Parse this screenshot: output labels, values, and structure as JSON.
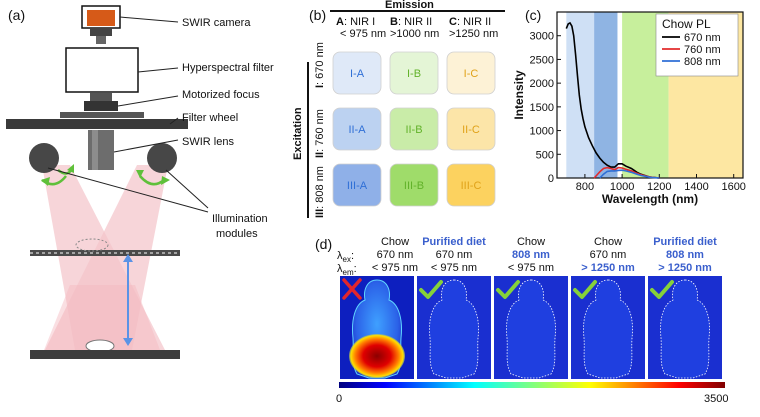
{
  "panels": {
    "a": {
      "letter": "(a)",
      "labels": [
        "SWIR camera",
        "Hyperspectral filter",
        "Motorized focus",
        "Filter wheel",
        "SWIR lens",
        "Illumination",
        "modules"
      ]
    },
    "b": {
      "letter": "(b)",
      "emission_title": "Emission",
      "excitation_title": "Excitation",
      "columns": [
        {
          "letter": "A",
          "line1": ": NIR I",
          "line2": "< 975 nm"
        },
        {
          "letter": "B",
          "line1": ": NIR II",
          "line2": ">1000 nm"
        },
        {
          "letter": "C",
          "line1": ": NIR II",
          "line2": ">1250 nm"
        }
      ],
      "rows": [
        {
          "roman": "I",
          "text": ": 670 nm"
        },
        {
          "roman": "II",
          "text": ": 760 nm"
        },
        {
          "roman": "III",
          "text": ": 808 nm"
        }
      ],
      "cells": [
        [
          "I-A",
          "I-B",
          "I-C"
        ],
        [
          "II-A",
          "II-B",
          "II-C"
        ],
        [
          "III-A",
          "III-B",
          "III-C"
        ]
      ]
    },
    "c": {
      "letter": "(c)",
      "legend_title": "Chow PL"
    },
    "d": {
      "letter": "(d)",
      "row_labels": {
        "ex_sub": "ex",
        "em_sub": "em",
        "suffix": ":"
      },
      "columns": [
        {
          "line1": "Chow",
          "line2": "670 nm",
          "line3": "< 975 nm",
          "hl1": false,
          "hl2": false,
          "hl3": false,
          "mark": "cross"
        },
        {
          "line1": "Purified diet",
          "line2": "670 nm",
          "line3": "< 975 nm",
          "hl1": true,
          "hl2": false,
          "hl3": false,
          "mark": "check"
        },
        {
          "line1": "Chow",
          "line2": "808 nm",
          "line3": "< 975 nm",
          "hl1": false,
          "hl2": true,
          "hl3": false,
          "mark": "check"
        },
        {
          "line1": "Chow",
          "line2": "670 nm",
          "line3": "> 1250 nm",
          "hl1": false,
          "hl2": false,
          "hl3": true,
          "mark": "check"
        },
        {
          "line1": "Purified diet",
          "line2": "808 nm",
          "line3": "> 1250 nm",
          "hl1": true,
          "hl2": true,
          "hl3": true,
          "mark": "check"
        }
      ],
      "colorbar_min": "0",
      "colorbar_max": "3500"
    }
  },
  "colors": {
    "highlight": "#3a5fcd",
    "nir1_band": "#a9c6ea",
    "nir2_band": "#c7ef9c",
    "nir2b_band": "#fde7a2",
    "line_670": "#000000",
    "line_760": "#e32b2b",
    "line_808": "#2f6fd6",
    "cross": "#e3262d",
    "check": "#86d13a"
  },
  "chart_data": {
    "type": "line",
    "title": "",
    "xlabel": "Wavelength (nm)",
    "ylabel": "Intensity",
    "xlim": [
      650,
      1650
    ],
    "ylim": [
      0,
      3500
    ],
    "xticks": [
      800,
      1000,
      1200,
      1400,
      1600
    ],
    "yticks": [
      0,
      500,
      1000,
      1500,
      2000,
      2500,
      3000
    ],
    "bands": [
      {
        "from": 700,
        "to": 975,
        "color": "#cfe0f5"
      },
      {
        "from": 850,
        "to": 975,
        "color": "#8fb4e3"
      },
      {
        "from": 1000,
        "to": 1250,
        "color": "#c7ef9c"
      },
      {
        "from": 1250,
        "to": 1650,
        "color": "#fde7a2"
      }
    ],
    "legend_title": "Chow PL",
    "series": [
      {
        "name": "670 nm",
        "color": "#000000",
        "x": [
          700,
          710,
          720,
          730,
          740,
          750,
          760,
          770,
          780,
          790,
          800,
          820,
          840,
          860,
          880,
          900,
          920,
          940,
          960,
          980,
          1000,
          1020,
          1050,
          1080,
          1100,
          1150,
          1200
        ],
        "y": [
          3150,
          3250,
          3270,
          3200,
          3000,
          2600,
          2150,
          1750,
          1450,
          1250,
          1080,
          850,
          680,
          530,
          420,
          330,
          270,
          230,
          230,
          300,
          300,
          250,
          200,
          120,
          80,
          20,
          0
        ]
      },
      {
        "name": "760 nm",
        "color": "#e32b2b",
        "x": [
          850,
          880,
          900,
          920,
          940,
          960,
          980,
          1000,
          1020,
          1050,
          1080,
          1100,
          1150,
          1200
        ],
        "y": [
          0,
          130,
          200,
          220,
          200,
          175,
          220,
          210,
          185,
          150,
          100,
          70,
          20,
          0
        ]
      },
      {
        "name": "808 nm",
        "color": "#2f6fd6",
        "x": [
          880,
          900,
          920,
          940,
          960,
          980,
          1000,
          1020,
          1050,
          1080,
          1100,
          1150,
          1200
        ],
        "y": [
          0,
          80,
          140,
          150,
          150,
          160,
          165,
          150,
          120,
          80,
          55,
          15,
          0
        ]
      }
    ]
  }
}
